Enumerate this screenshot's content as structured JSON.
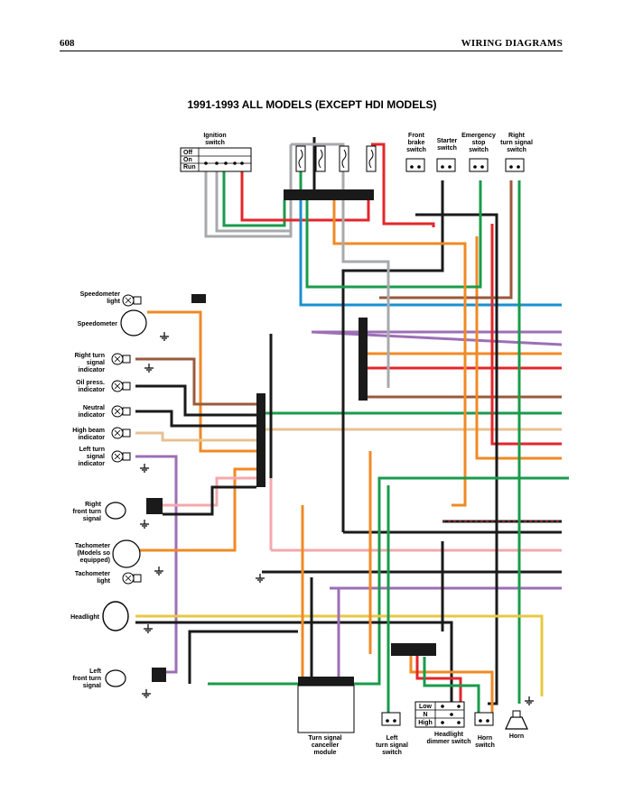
{
  "header": {
    "page_number": "608",
    "section": "WIRING DIAGRAMS"
  },
  "title": "1991-1993 ALL MODELS (EXCEPT HDI MODELS)",
  "colors": {
    "red": "#e3262b",
    "green": "#1a9b4b",
    "blue": "#1a8fd0",
    "orange": "#f08a24",
    "purple": "#9c6fb5",
    "pink": "#f3a9ad",
    "brown": "#9a5a3c",
    "tan": "#e8c193",
    "yellow": "#e7c843",
    "gray": "#a7a9ac",
    "black": "#1a1a1a"
  },
  "labels": {
    "ignition_switch": [
      "Ignition",
      "switch"
    ],
    "ignition_positions": [
      "Off",
      "On",
      "Run"
    ],
    "front_brake_switch": [
      "Front",
      "brake",
      "switch"
    ],
    "starter_switch": [
      "Starter",
      "switch"
    ],
    "emergency_stop_switch": [
      "Emergency",
      "stop",
      "switch"
    ],
    "right_turn_signal_switch": [
      "Right",
      "turn signal",
      "switch"
    ],
    "speedometer_light": [
      "Speedometer",
      "light"
    ],
    "speedometer": [
      "Speedometer"
    ],
    "right_turn_signal_indicator": [
      "Right turn",
      "signal",
      "indicator"
    ],
    "oil_press_indicator": [
      "Oil press.",
      "indicator"
    ],
    "neutral_indicator": [
      "Neutral",
      "indicator"
    ],
    "high_beam_indicator": [
      "High beam",
      "indicator"
    ],
    "left_turn_signal_indicator": [
      "Left turn",
      "signal",
      "indicator"
    ],
    "right_front_turn_signal": [
      "Right",
      "front turn",
      "signal"
    ],
    "tachometer": [
      "Tachometer",
      "(Models so",
      "equipped)"
    ],
    "tachometer_light": [
      "Tachometer",
      "light"
    ],
    "headlight": [
      "Headlight"
    ],
    "left_front_turn_signal": [
      "Left",
      "front turn",
      "signal"
    ],
    "turn_signal_canceller": [
      "Turn signal",
      "canceller",
      "module"
    ],
    "left_turn_signal_switch": [
      "Left",
      "turn signal",
      "switch"
    ],
    "headlight_dimmer_switch": [
      "Headlight",
      "dimmer switch"
    ],
    "dimmer_positions": [
      "Low",
      "N",
      "High"
    ],
    "horn_switch": [
      "Horn",
      "switch"
    ],
    "horn": [
      "Horn"
    ]
  }
}
